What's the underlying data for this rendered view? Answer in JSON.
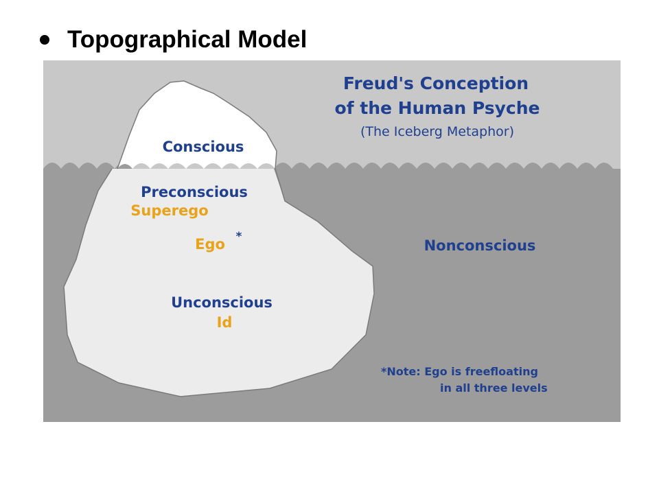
{
  "slide": {
    "bullet_title": "Topographical Model"
  },
  "diagram": {
    "title_line1": "Freud's Conception",
    "title_line2": "of the Human Psyche",
    "subtitle": "(The Iceberg Metaphor)",
    "levels": {
      "conscious": "Conscious",
      "preconscious": "Preconscious",
      "unconscious": "Unconscious",
      "nonconscious": "Nonconscious"
    },
    "structures": {
      "superego": "Superego",
      "ego": "Ego",
      "ego_marker": "*",
      "id": "Id"
    },
    "note_line1": "*Note: Ego is freefloating",
    "note_line2": "in all three levels",
    "colors": {
      "sky": "#c8c8c8",
      "water": "#9c9c9c",
      "iceberg": "#ececec",
      "label_blue": "#1f3f8f",
      "label_gold": "#e8a31b"
    }
  }
}
